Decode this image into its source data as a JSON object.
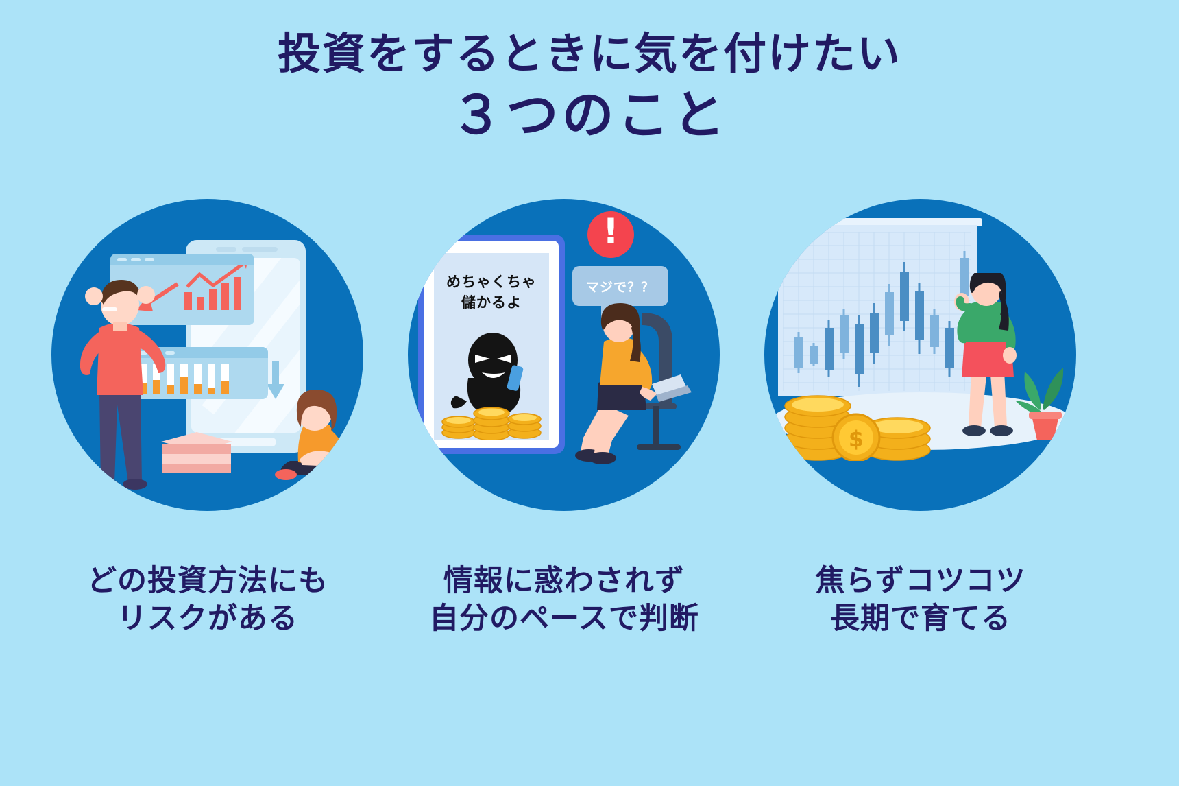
{
  "page": {
    "background_color": "#ace3f8",
    "accent_circle_color": "#0971ba",
    "text_color": "#211a63"
  },
  "title": {
    "line1": "投資をするときに気を付けたい",
    "line2": "３つのこと"
  },
  "sections": [
    {
      "id": "risk",
      "caption_line1": "どの投資方法にも",
      "caption_line2": "リスクがある",
      "illustration": {
        "name": "worried-investor-falling-chart",
        "elements": [
          "smartphone",
          "chart-window-declining-arrow",
          "bar-chart-window",
          "standing-man-holding-head",
          "sitting-woman-knees-up",
          "stack-of-books"
        ]
      }
    },
    {
      "id": "information",
      "caption_line1": "情報に惑わされず",
      "caption_line2": "自分のペースで判断",
      "illustration": {
        "name": "scam-advertisement-tablet",
        "elements": [
          "tablet",
          "scammer-silhouette-with-phone",
          "gold-coins",
          "exclamation-badge",
          "speech-bubble",
          "woman-with-laptop-on-chair"
        ]
      },
      "tablet_text_line1": "めちゃくちゃ",
      "tablet_text_line2": "儲かるよ",
      "speech_bubble_text": "マジで？？",
      "alert_symbol": "!"
    },
    {
      "id": "longterm",
      "caption_line1": "焦らずコツコツ",
      "caption_line2": "長期で育てる",
      "illustration": {
        "name": "woman-presenting-candlestick-chart",
        "elements": [
          "presentation-board",
          "candlestick-chart",
          "standing-woman-green-top-red-skirt",
          "gold-coin-stacks",
          "dollar-coin",
          "potted-plant"
        ]
      },
      "coin_symbol": "$"
    }
  ]
}
